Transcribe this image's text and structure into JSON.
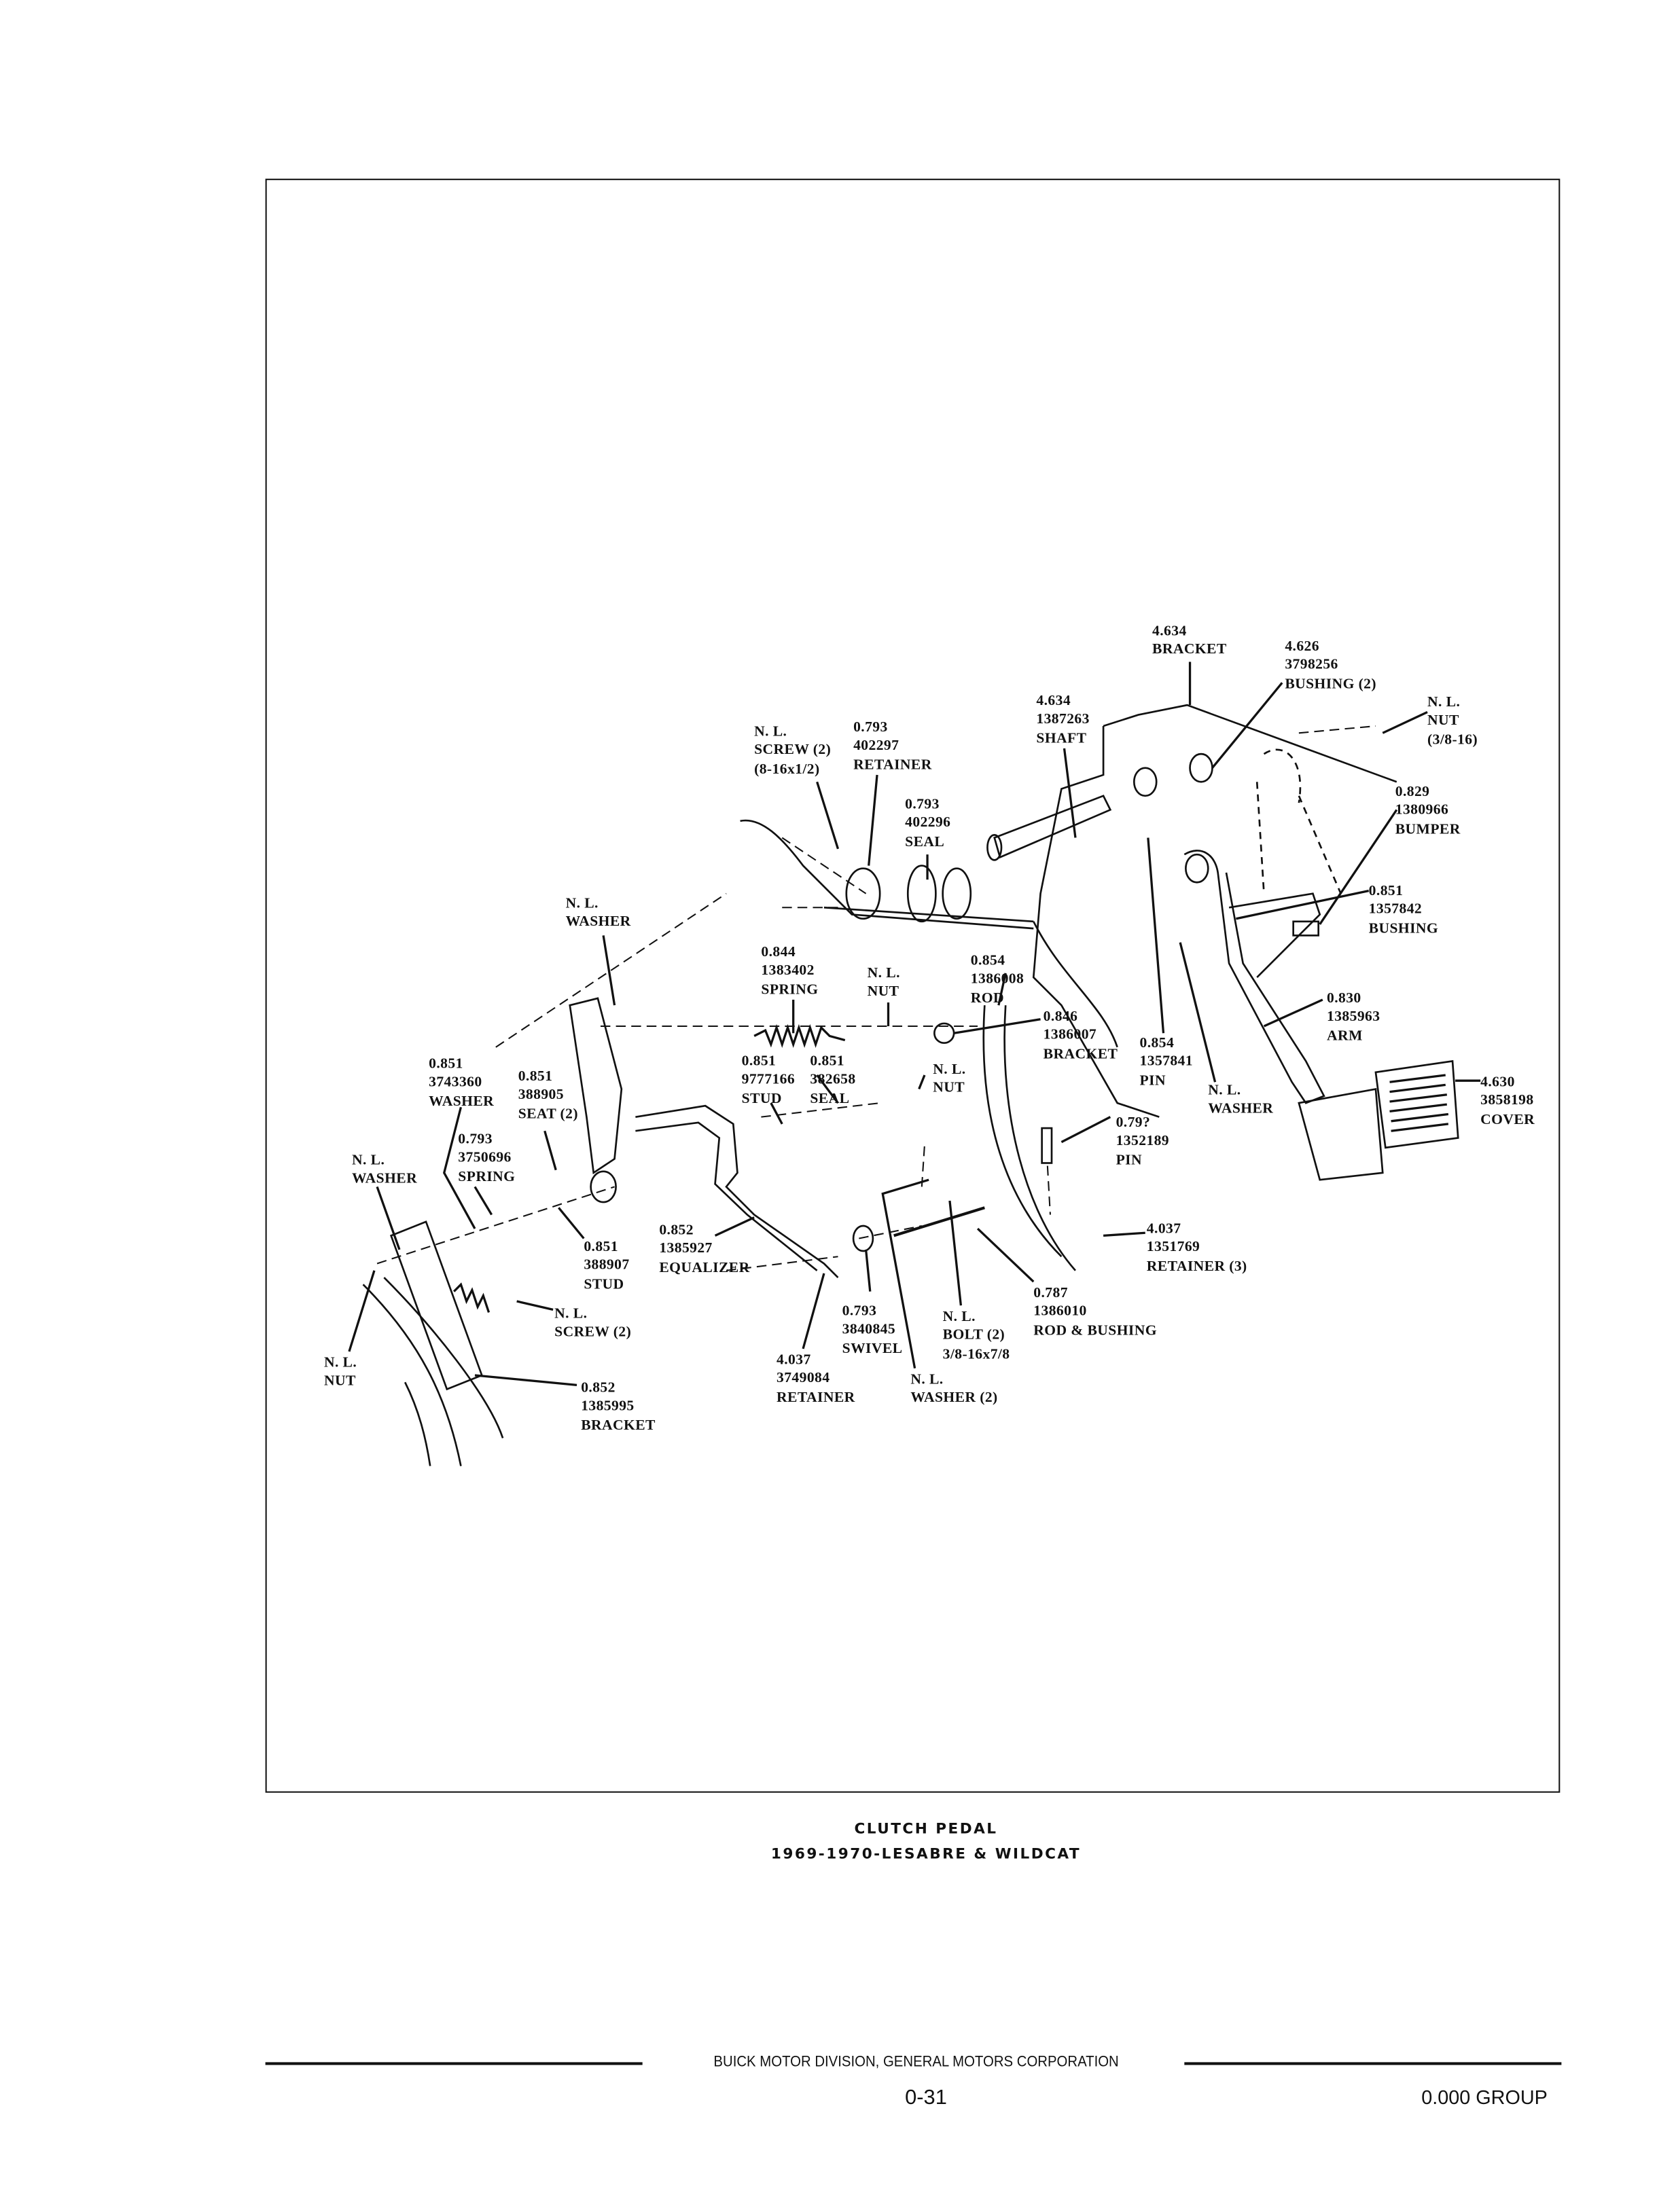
{
  "figure": {
    "title": "CLUTCH PEDAL",
    "subtitle": "1969-1970-LESABRE & WILDCAT"
  },
  "callouts": [
    {
      "lines": [
        "4.634",
        "BRACKET"
      ]
    },
    {
      "lines": [
        "4.626",
        "3798256",
        "BUSHING (2)"
      ]
    },
    {
      "lines": [
        "N. L.",
        "NUT",
        "(3/8-16)"
      ]
    },
    {
      "lines": [
        "4.634",
        "1387263",
        "SHAFT"
      ]
    },
    {
      "lines": [
        "N. L.",
        "SCREW (2)",
        "(8-16x1/2)"
      ]
    },
    {
      "lines": [
        "0.793",
        "402297",
        "RETAINER"
      ]
    },
    {
      "lines": [
        "0.793",
        "402296",
        "SEAL"
      ]
    },
    {
      "lines": [
        "0.829",
        "1380966",
        "BUMPER"
      ]
    },
    {
      "lines": [
        "0.851",
        "1357842",
        "BUSHING"
      ]
    },
    {
      "lines": [
        "N. L.",
        "WASHER"
      ]
    },
    {
      "lines": [
        "0.844",
        "1383402",
        "SPRING"
      ]
    },
    {
      "lines": [
        "N. L.",
        "NUT"
      ]
    },
    {
      "lines": [
        "0.854",
        "1386008",
        "ROD"
      ]
    },
    {
      "lines": [
        "0.846",
        "1386007",
        "BRACKET"
      ]
    },
    {
      "lines": [
        "0.830",
        "1385963",
        "ARM"
      ]
    },
    {
      "lines": [
        "0.854",
        "1357841",
        "PIN"
      ]
    },
    {
      "lines": [
        "N. L.",
        "WASHER"
      ]
    },
    {
      "lines": [
        "4.630",
        "3858198",
        "COVER"
      ]
    },
    {
      "lines": [
        "0.851",
        "3743360",
        "WASHER"
      ]
    },
    {
      "lines": [
        "0.851",
        "388905",
        "SEAT (2)"
      ]
    },
    {
      "lines": [
        "0.851",
        "9777166",
        "STUD"
      ]
    },
    {
      "lines": [
        "0.851",
        "382658",
        "SEAL"
      ]
    },
    {
      "lines": [
        "N. L.",
        "NUT"
      ]
    },
    {
      "lines": [
        "0.793",
        "3750696",
        "SPRING"
      ]
    },
    {
      "lines": [
        "N. L.",
        "WASHER"
      ]
    },
    {
      "lines": [
        "0.79?",
        "1352189",
        "PIN"
      ]
    },
    {
      "lines": [
        "0.852",
        "1385927",
        "EQUALIZER"
      ]
    },
    {
      "lines": [
        "0.851",
        "388907",
        "STUD"
      ]
    },
    {
      "lines": [
        "4.037",
        "1351769",
        "RETAINER (3)"
      ]
    },
    {
      "lines": [
        "N. L.",
        "SCREW (2)"
      ]
    },
    {
      "lines": [
        "0.793",
        "3840845",
        "SWIVEL"
      ]
    },
    {
      "lines": [
        "N. L.",
        "BOLT (2)",
        "3/8-16x7/8"
      ]
    },
    {
      "lines": [
        "0.787",
        "1386010",
        "ROD & BUSHING"
      ]
    },
    {
      "lines": [
        "4.037",
        "3749084",
        "RETAINER"
      ]
    },
    {
      "lines": [
        "N. L.",
        "NUT"
      ]
    },
    {
      "lines": [
        "0.852",
        "1385995",
        "BRACKET"
      ]
    },
    {
      "lines": [
        "N. L.",
        "WASHER (2)"
      ]
    }
  ],
  "footer": {
    "publisher": "BUICK MOTOR DIVISION, GENERAL MOTORS CORPORATION",
    "page_number": "0-31",
    "group": "0.000 GROUP"
  }
}
